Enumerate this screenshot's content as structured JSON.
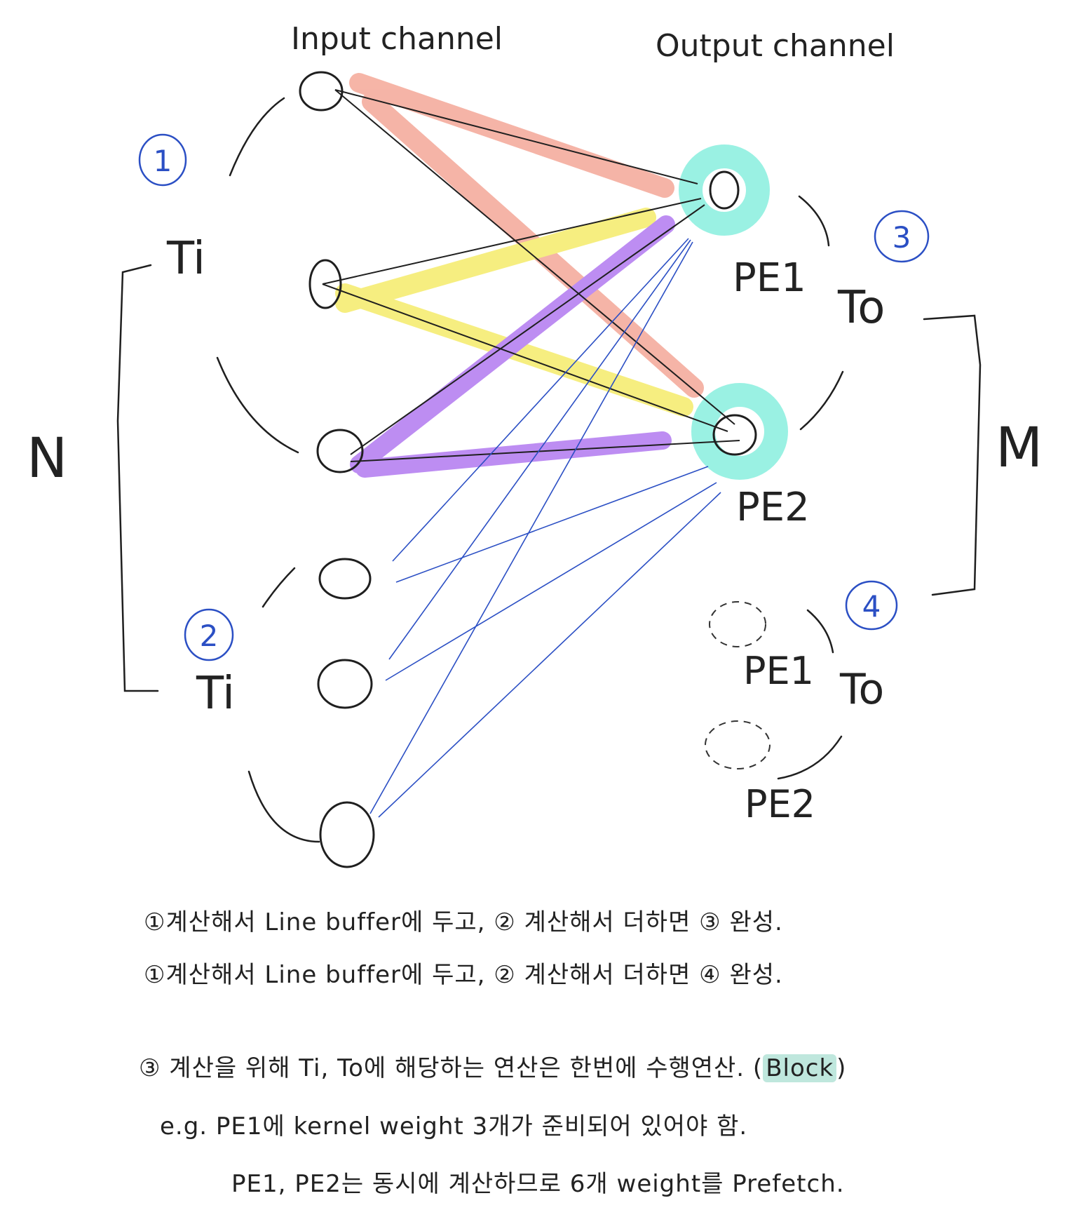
{
  "headers": {
    "input": "Input channel",
    "output": "Output channel"
  },
  "labels": {
    "N": "N",
    "M": "M",
    "ti_top": "Ti",
    "ti_bottom": "Ti",
    "to_top": "To",
    "to_bottom": "To",
    "pe1": "PE1",
    "pe2": "PE2",
    "pe1_ghost": "PE1",
    "pe2_ghost": "PE2"
  },
  "steps": {
    "s1": "①",
    "s2": "②",
    "s3": "③",
    "s4": "④"
  },
  "notes": {
    "line1": "①계산해서 Line buffer에 두고, ② 계산해서 더하면 ③ 완성.",
    "line2": "①계산해서 Line buffer에 두고, ② 계산해서 더하면 ④ 완성.",
    "line3_prefix": "③ 계산을 위해 Ti, To에 해당하는 연산은 한번에 수행연산. (",
    "line3_block": "Block",
    "line3_suffix": ")",
    "line4": "e.g. PE1에 kernel weight 3개가 준비되어 있어야 함.",
    "line5": "PE1, PE2는 동시에 계산하므로 6개 weight를 Prefetch."
  },
  "colors": {
    "ink": "#1f1f1f",
    "blue_ink": "#2b4fc4",
    "salmon": "#f4a898",
    "yellow": "#f5ec6b",
    "purple": "#b27af0",
    "cyan": "#8ff0e0",
    "block_highlight": "#bfe7dd"
  }
}
